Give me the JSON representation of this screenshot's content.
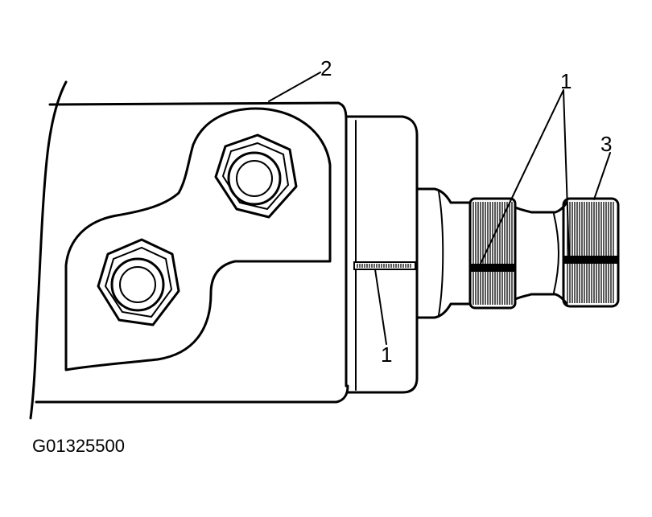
{
  "figure_id": "G01325500",
  "callouts": {
    "mark_shaft_label": "1",
    "mark_body_label": "1",
    "housing_label": "2",
    "pinion_label": "3"
  }
}
